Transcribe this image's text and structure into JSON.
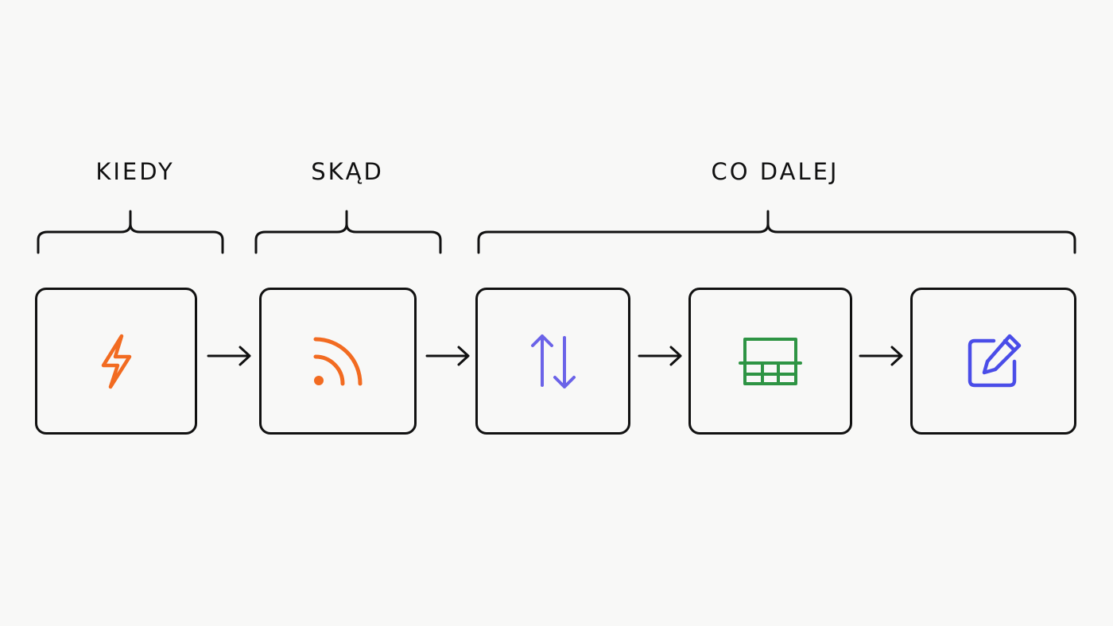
{
  "groups": [
    {
      "label": "KIEDY"
    },
    {
      "label": "SKĄD"
    },
    {
      "label": "CO DALEJ"
    }
  ],
  "steps": [
    {
      "icon": "lightning-bolt-icon",
      "color": "#f26b21"
    },
    {
      "icon": "rss-feed-icon",
      "color": "#f26b21"
    },
    {
      "icon": "up-down-arrows-icon",
      "color": "#6b63e8"
    },
    {
      "icon": "table-icon",
      "color": "#2e9444"
    },
    {
      "icon": "edit-note-icon",
      "color": "#4a4de8"
    }
  ],
  "colors": {
    "ink": "#111111",
    "background": "#f8f8f7"
  }
}
